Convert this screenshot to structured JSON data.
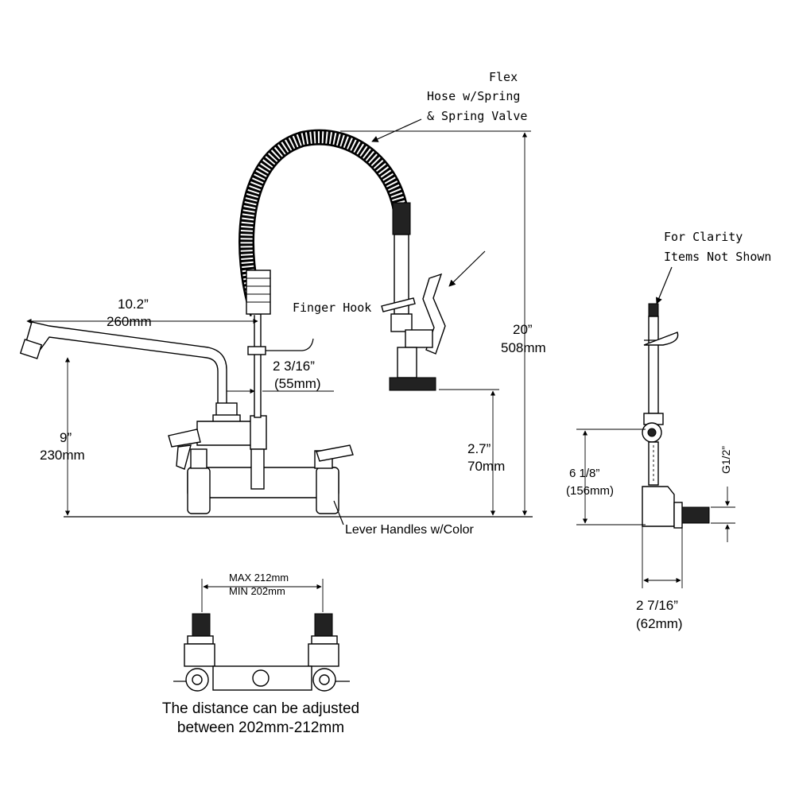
{
  "labels": {
    "flex_line1": "Flex",
    "flex_line2": "Hose w/Spring",
    "flex_line3": "& Spring Valve",
    "finger_hook": "Finger Hook",
    "spout_in": "10.2”",
    "spout_mm": "260mm",
    "hook_in": "2  3/16”",
    "hook_mm": "(55mm)",
    "height_in": "9”",
    "height_mm": "230mm",
    "total_in": "20”",
    "total_mm": "508mm",
    "valve_in": "2.7”",
    "valve_mm": "70mm",
    "lever_handles": "Lever Handles w/Color",
    "clarity_line1": "For Clarity",
    "clarity_line2": "Items Not Shown",
    "side_h_in": "6 1/8”",
    "side_h_mm": "(156mm)",
    "thread": "G1/2”",
    "side_w_in": "2  7/16”",
    "side_w_mm": "(62mm)",
    "max": "MAX 212mm",
    "min": "MIN 202mm",
    "caption1": "The distance can be adjusted",
    "caption2": "between 202mm-212mm"
  }
}
